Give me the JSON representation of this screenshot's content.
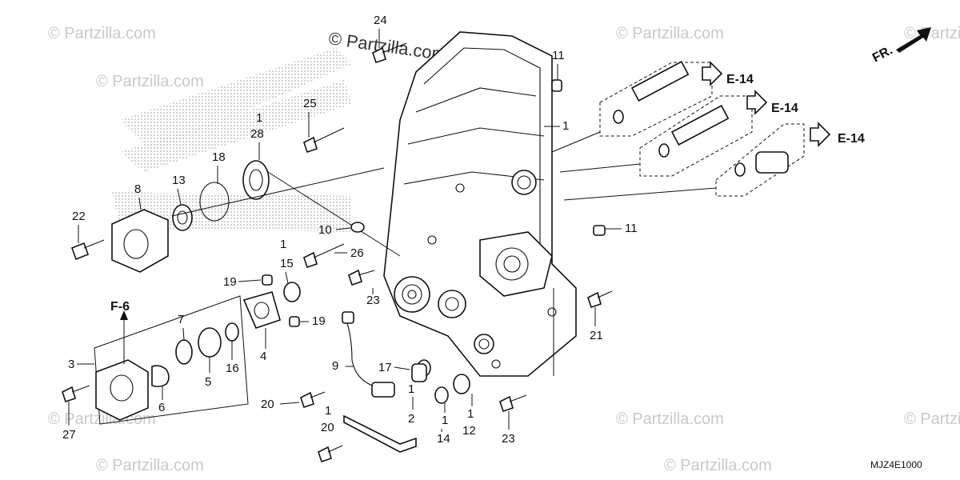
{
  "diagram": {
    "watermark": "© Partzilla.com",
    "copyright_mark": "© Partzilla.com",
    "diagram_code": "MJZ4E1000",
    "direction_label": "FR.",
    "references": {
      "e14_a": "E-14",
      "e14_b": "E-14",
      "e14_c": "E-14",
      "f6": "F-6"
    },
    "callouts": {
      "c1a": "1",
      "c1b": "1",
      "c1c": "1",
      "c1d": "1",
      "c1e": "1",
      "c1f": "1",
      "c1g": "1",
      "c2": "2",
      "c3": "3",
      "c4": "4",
      "c5": "5",
      "c6": "6",
      "c7": "7",
      "c8": "8",
      "c9": "9",
      "c10": "10",
      "c11a": "11",
      "c11b": "11",
      "c12": "12",
      "c13": "13",
      "c14": "14",
      "c15": "15",
      "c16": "16",
      "c17": "17",
      "c18": "18",
      "c19a": "19",
      "c19b": "19",
      "c20a": "20",
      "c20b": "20",
      "c21": "21",
      "c22": "22",
      "c23a": "23",
      "c23b": "23",
      "c24": "24",
      "c25": "25",
      "c26": "26",
      "c27": "27",
      "c28": "28"
    }
  }
}
